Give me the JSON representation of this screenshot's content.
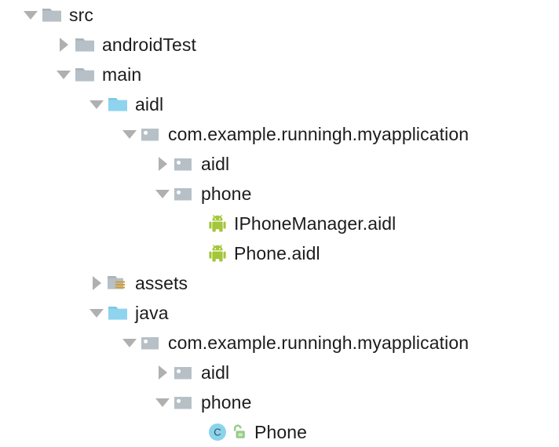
{
  "view": {
    "name": "project-tree",
    "kind": "android-studio-project-view",
    "background": "#ffffff",
    "text_color": "#1c1c1c"
  },
  "colors": {
    "folder_gray": "#b6c0c6",
    "folder_gray_dark": "#a8b3ba",
    "source_blue": "#8fd3ef",
    "source_blue_dark": "#7cc8e8",
    "android_green": "#a4c639",
    "assets_orange": "#d39b35",
    "class_circle": "#8ad3ec",
    "class_letter": "#41484d",
    "public_lock": "#94cb87",
    "twisty_gray": "#b0b0b0"
  },
  "tree": {
    "rows": [
      {
        "id": "src",
        "label": "src",
        "depth": 0,
        "twisty": "down",
        "icon": "folder-icon",
        "badge": null
      },
      {
        "id": "androidTest",
        "label": "androidTest",
        "depth": 1,
        "twisty": "right",
        "icon": "folder-icon",
        "badge": null
      },
      {
        "id": "main",
        "label": "main",
        "depth": 1,
        "twisty": "down",
        "icon": "folder-icon",
        "badge": null
      },
      {
        "id": "aidl-source-root",
        "label": "aidl",
        "depth": 2,
        "twisty": "down",
        "icon": "source-folder-icon",
        "badge": null
      },
      {
        "id": "aidl-package-root",
        "label": "com.example.runningh.myapplication",
        "depth": 3,
        "twisty": "down",
        "icon": "package-folder-icon",
        "badge": null
      },
      {
        "id": "aidl-package-aidl",
        "label": "aidl",
        "depth": 4,
        "twisty": "right",
        "icon": "package-folder-icon",
        "badge": null
      },
      {
        "id": "aidl-package-phone",
        "label": "phone",
        "depth": 4,
        "twisty": "down",
        "icon": "package-folder-icon",
        "badge": null
      },
      {
        "id": "iphonemanager-aidl",
        "label": "IPhoneManager.aidl",
        "depth": 5,
        "twisty": "none",
        "icon": "android-file-icon",
        "badge": null
      },
      {
        "id": "phone-aidl",
        "label": "Phone.aidl",
        "depth": 5,
        "twisty": "none",
        "icon": "android-file-icon",
        "badge": null
      },
      {
        "id": "assets",
        "label": "assets",
        "depth": 2,
        "twisty": "right",
        "icon": "assets-folder-icon",
        "badge": null
      },
      {
        "id": "java-source-root",
        "label": "java",
        "depth": 2,
        "twisty": "down",
        "icon": "source-folder-icon",
        "badge": null
      },
      {
        "id": "java-package-root",
        "label": "com.example.runningh.myapplication",
        "depth": 3,
        "twisty": "down",
        "icon": "package-folder-icon",
        "badge": null
      },
      {
        "id": "java-package-aidl",
        "label": "aidl",
        "depth": 4,
        "twisty": "right",
        "icon": "package-folder-icon",
        "badge": null
      },
      {
        "id": "java-package-phone",
        "label": "phone",
        "depth": 4,
        "twisty": "down",
        "icon": "package-folder-icon",
        "badge": null
      },
      {
        "id": "phone-class",
        "label": "Phone",
        "depth": 5,
        "twisty": "none",
        "icon": "java-class-icon",
        "badge": "public-lock-icon",
        "class_letter": "C"
      }
    ]
  }
}
